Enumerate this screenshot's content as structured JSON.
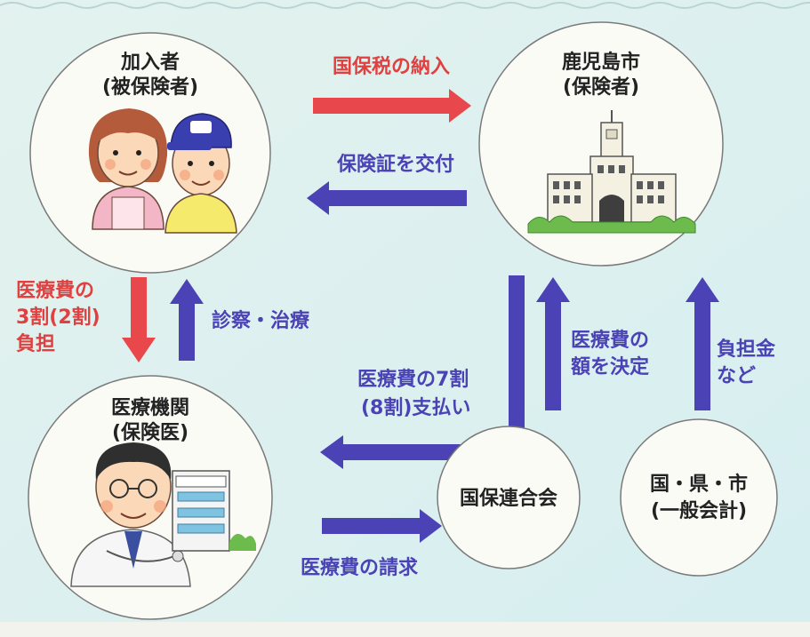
{
  "colors": {
    "background": "#d9efef",
    "circle_fill": "#fbfbf6",
    "circle_stroke": "#7a7a7a",
    "red_arrow": "#e8474c",
    "blue_arrow": "#4a42b5",
    "red_text": "#e0403f",
    "blue_text": "#4a42b5",
    "text": "#222222"
  },
  "nodes": {
    "member": {
      "line1": "加入者",
      "line2": "(被保険者)"
    },
    "insurer": {
      "line1": "鹿児島市",
      "line2": "(保険者)"
    },
    "hospital": {
      "line1": "医療機関",
      "line2": "(保険医)"
    },
    "federation": {
      "line1": "国保連合会"
    },
    "government": {
      "line1": "国・県・市",
      "line2": "(一般会計)"
    }
  },
  "arrows": {
    "tax_payment": {
      "label": "国保税の納入"
    },
    "card_issue": {
      "label": "保険証を交付"
    },
    "copay": {
      "line1": "医療費の",
      "line2": "3割(2割)",
      "line3": "負担"
    },
    "treatment": {
      "label": "診察・治療"
    },
    "payment_70": {
      "line1": "医療費の7割",
      "line2": "(8割)支払い"
    },
    "decide_amount": {
      "line1": "医療費の",
      "line2": "額を決定"
    },
    "contribution": {
      "line1": "負担金",
      "line2": "など"
    },
    "claim": {
      "label": "医療費の請求"
    }
  },
  "icons": {
    "couple": "couple-illustration-icon",
    "city_hall": "city-hall-illustration-icon",
    "doctor": "doctor-illustration-icon",
    "hospital_building": "hospital-building-icon"
  }
}
